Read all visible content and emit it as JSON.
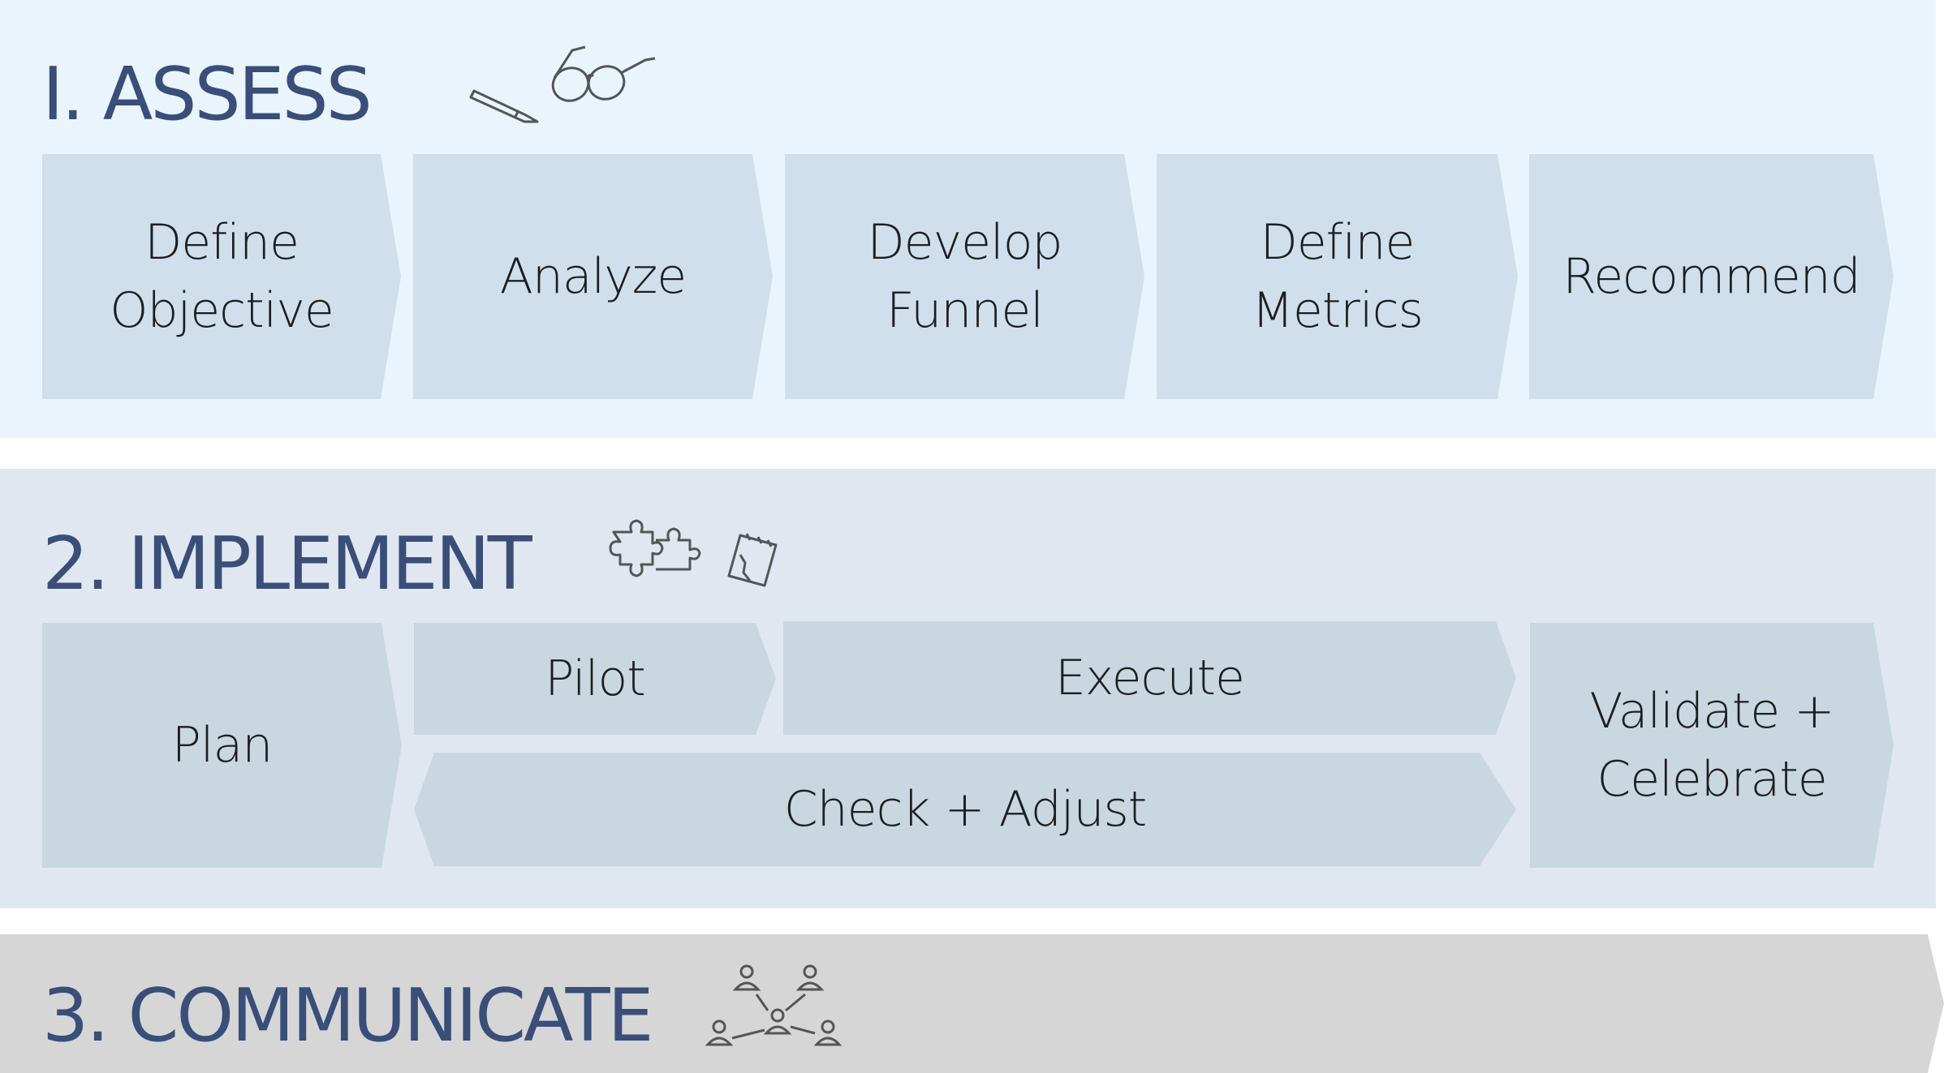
{
  "sections": {
    "assess": {
      "title": "I. ASSESS",
      "steps": [
        "Define\nObjective",
        "Analyze",
        "Develop\nFunnel",
        "Define\nMetrics",
        "Recommend"
      ]
    },
    "implement": {
      "title": "2. IMPLEMENT",
      "plan": "Plan",
      "pilot": "Pilot",
      "execute": "Execute",
      "check": "Check + Adjust",
      "validate": "Validate +\nCelebrate"
    },
    "communicate": {
      "title": "3. COMMUNICATE"
    }
  },
  "icons": {
    "assess": [
      "pencil-icon",
      "glasses-icon"
    ],
    "implement": [
      "puzzle-icon",
      "notepad-icon"
    ],
    "communicate": [
      "network-icon"
    ]
  },
  "colors": {
    "title": "#394e78",
    "assess_band": "#eaf4fd",
    "assess_step": "#cfe0ec",
    "implement_band": "#e1e7f0",
    "implement_step": "#c9d7e1",
    "communicate_band": "#d6d6d6"
  }
}
